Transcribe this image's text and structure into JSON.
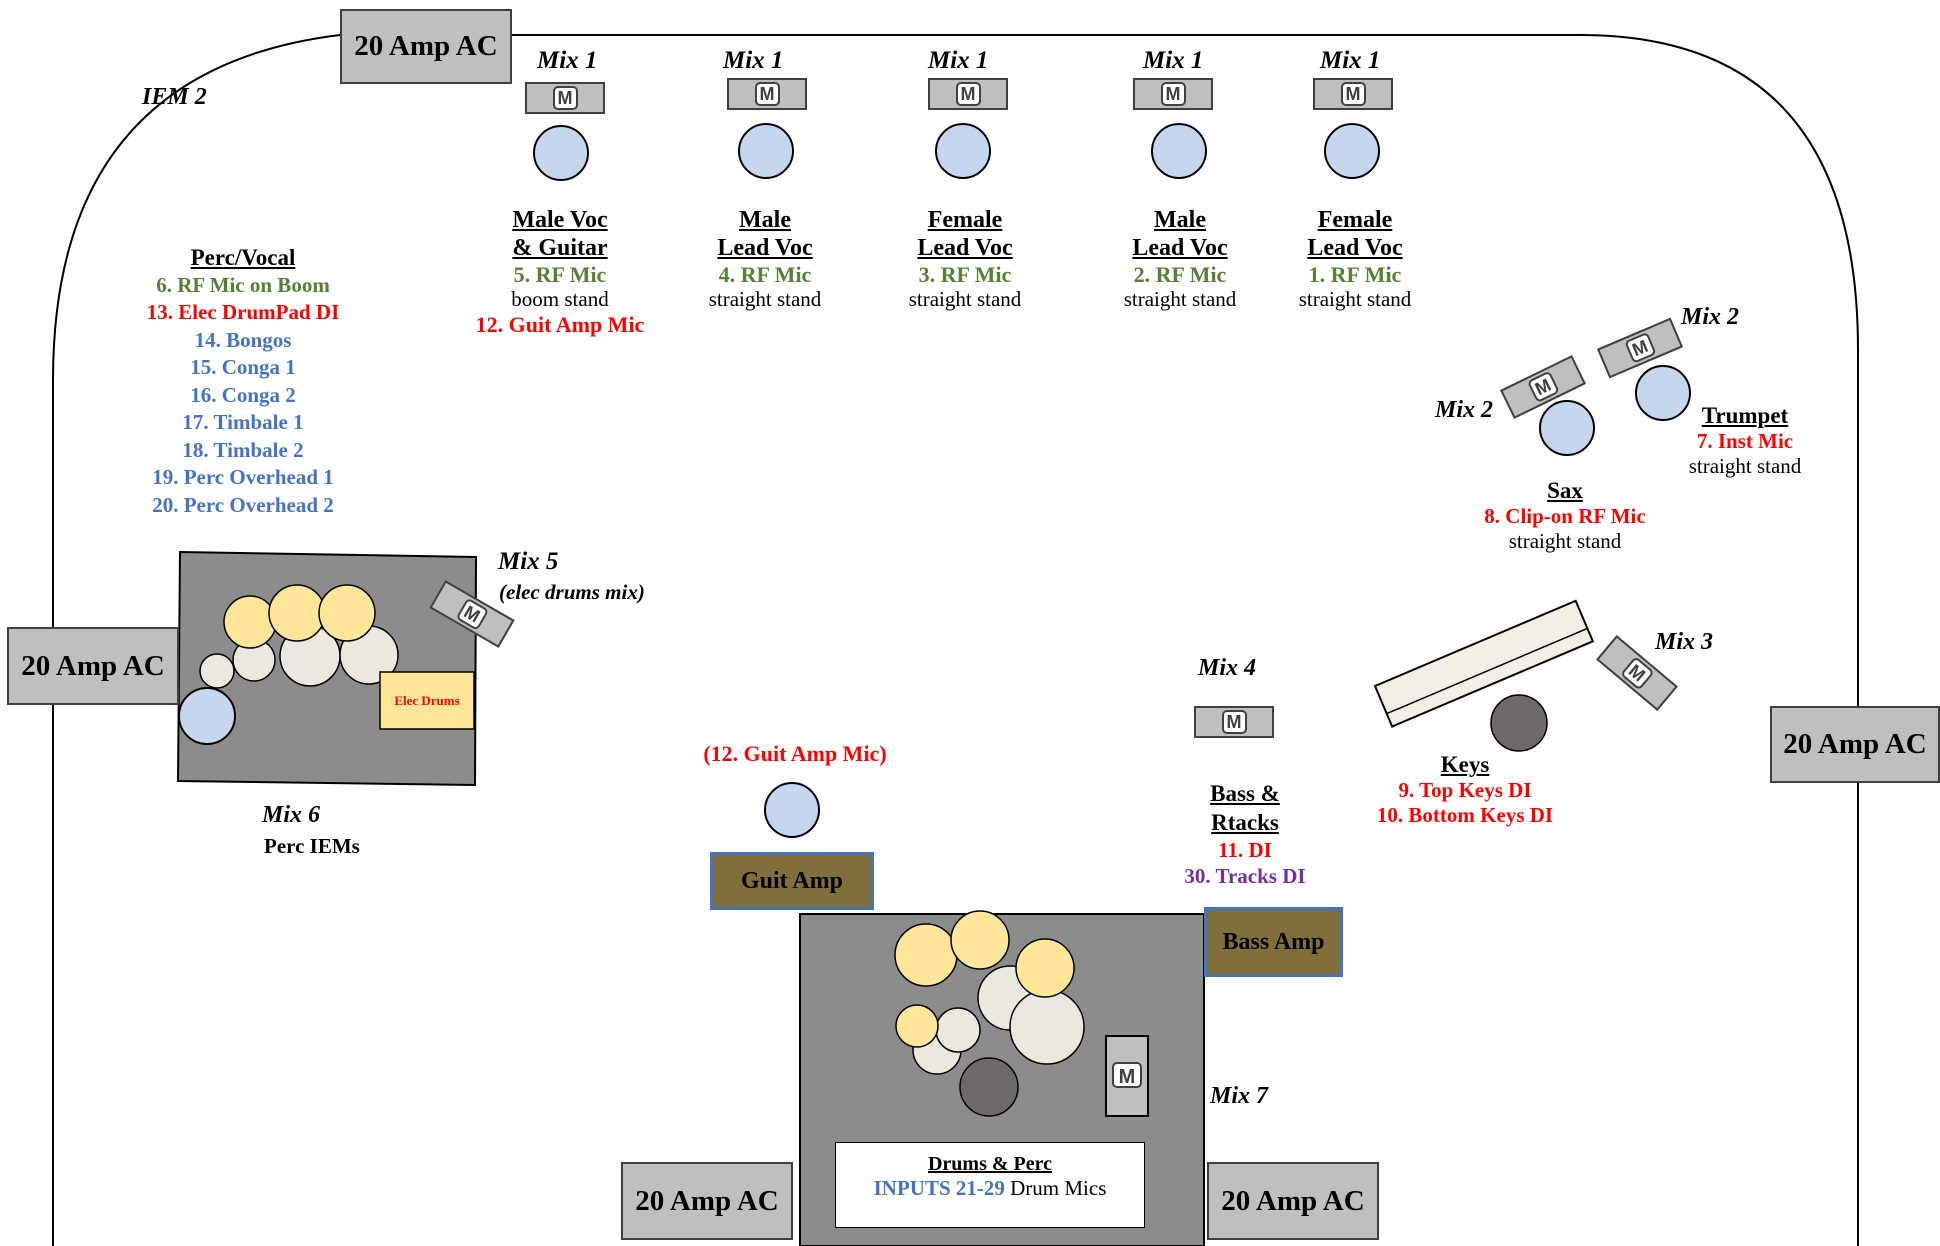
{
  "power": {
    "top_left": "20 Amp AC",
    "left": "20 Amp AC",
    "right": "20 Amp AC",
    "bottom_left": "20 Amp AC",
    "bottom_right": "20 Amp AC"
  },
  "iem2": "IEM 2",
  "monitor_glyph": "M",
  "vocals": [
    {
      "mix": "Mix 1",
      "title1": "Male Voc",
      "title2": "& Guitar",
      "input": "5. RF Mic",
      "stand": "boom stand",
      "extra": "12. Guit Amp Mic"
    },
    {
      "mix": "Mix 1",
      "title1": "Male",
      "title2": "Lead Voc",
      "input": "4. RF Mic",
      "stand": "straight stand",
      "extra": ""
    },
    {
      "mix": "Mix 1",
      "title1": "Female",
      "title2": "Lead Voc",
      "input": "3. RF Mic",
      "stand": "straight stand",
      "extra": ""
    },
    {
      "mix": "Mix 1",
      "title1": "Male",
      "title2": "Lead Voc",
      "input": "2. RF Mic",
      "stand": "straight stand",
      "extra": ""
    },
    {
      "mix": "Mix 1",
      "title1": "Female",
      "title2": "Lead Voc",
      "input": "1. RF Mic",
      "stand": "straight stand",
      "extra": ""
    }
  ],
  "perc_vocal": {
    "title": "Perc/Vocal",
    "green": [
      "6. RF Mic on Boom"
    ],
    "red": [
      "13. Elec DrumPad DI"
    ],
    "blue": [
      "14. Bongos",
      "15. Conga 1",
      "16. Conga 2",
      "17. Timbale 1",
      "18. Timbale 2",
      "19. Perc Overhead 1",
      "20. Perc Overhead 2"
    ]
  },
  "elec_drums": {
    "mix": "Mix 5",
    "mix_note": "(elec drums mix)",
    "label": "Elec Drums",
    "mix6": "Mix 6",
    "mix6_note": "Perc IEMs"
  },
  "horns": {
    "mix_sax": "Mix 2",
    "mix_trumpet": "Mix 2",
    "sax_title": "Sax",
    "sax_input": "8. Clip-on RF Mic",
    "sax_stand": "straight stand",
    "trumpet_title": "Trumpet",
    "trumpet_input": "7. Inst Mic",
    "trumpet_stand": "straight stand"
  },
  "keys": {
    "mix": "Mix 3",
    "title": "Keys",
    "input1": "9. Top Keys DI",
    "input2": "10. Bottom Keys DI"
  },
  "bass": {
    "mix": "Mix 4",
    "title1": "Bass &",
    "title2": "Rtacks",
    "input1": "11. DI",
    "input2": "30. Tracks DI",
    "amp": "Bass Amp"
  },
  "guitar_amp": {
    "mic_label": "(12. Guit Amp Mic)",
    "amp": "Guit Amp"
  },
  "drums": {
    "mix": "Mix 7",
    "title": "Drums & Perc",
    "inputs_blue": "INPUTS 21-29",
    "inputs_black": " Drum Mics"
  },
  "colors": {
    "green": "#538135",
    "red": "#ff0000",
    "blue": "#4472c4",
    "purple": "#7030a0",
    "riser": "#8c8c8c",
    "mic": "#c5d6ef",
    "cymbal": "#ffe699",
    "drum": "#ebe8dd"
  }
}
